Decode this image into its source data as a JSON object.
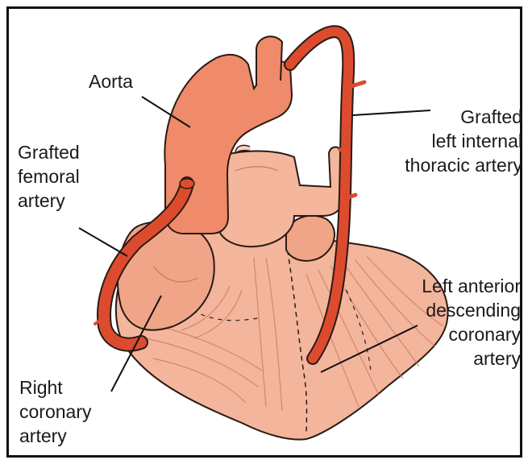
{
  "labels": {
    "aorta": "Aorta",
    "femoral": [
      "Grafted",
      "femoral",
      "artery"
    ],
    "thoracic": [
      "Grafted",
      "left internal",
      "thoracic artery"
    ],
    "lad": [
      "Left anterior",
      "descending",
      "coronary",
      "artery"
    ],
    "rca": [
      "Right",
      "coronary",
      "artery"
    ]
  },
  "colors": {
    "heart_fill": "#f3b59c",
    "heart_shade": "#e99a80",
    "aorta_fill": "#ef8a6a",
    "graft_fill": "#dd4b2f",
    "outline": "#2a1a14",
    "leader": "#111111",
    "frame": "#111111"
  }
}
